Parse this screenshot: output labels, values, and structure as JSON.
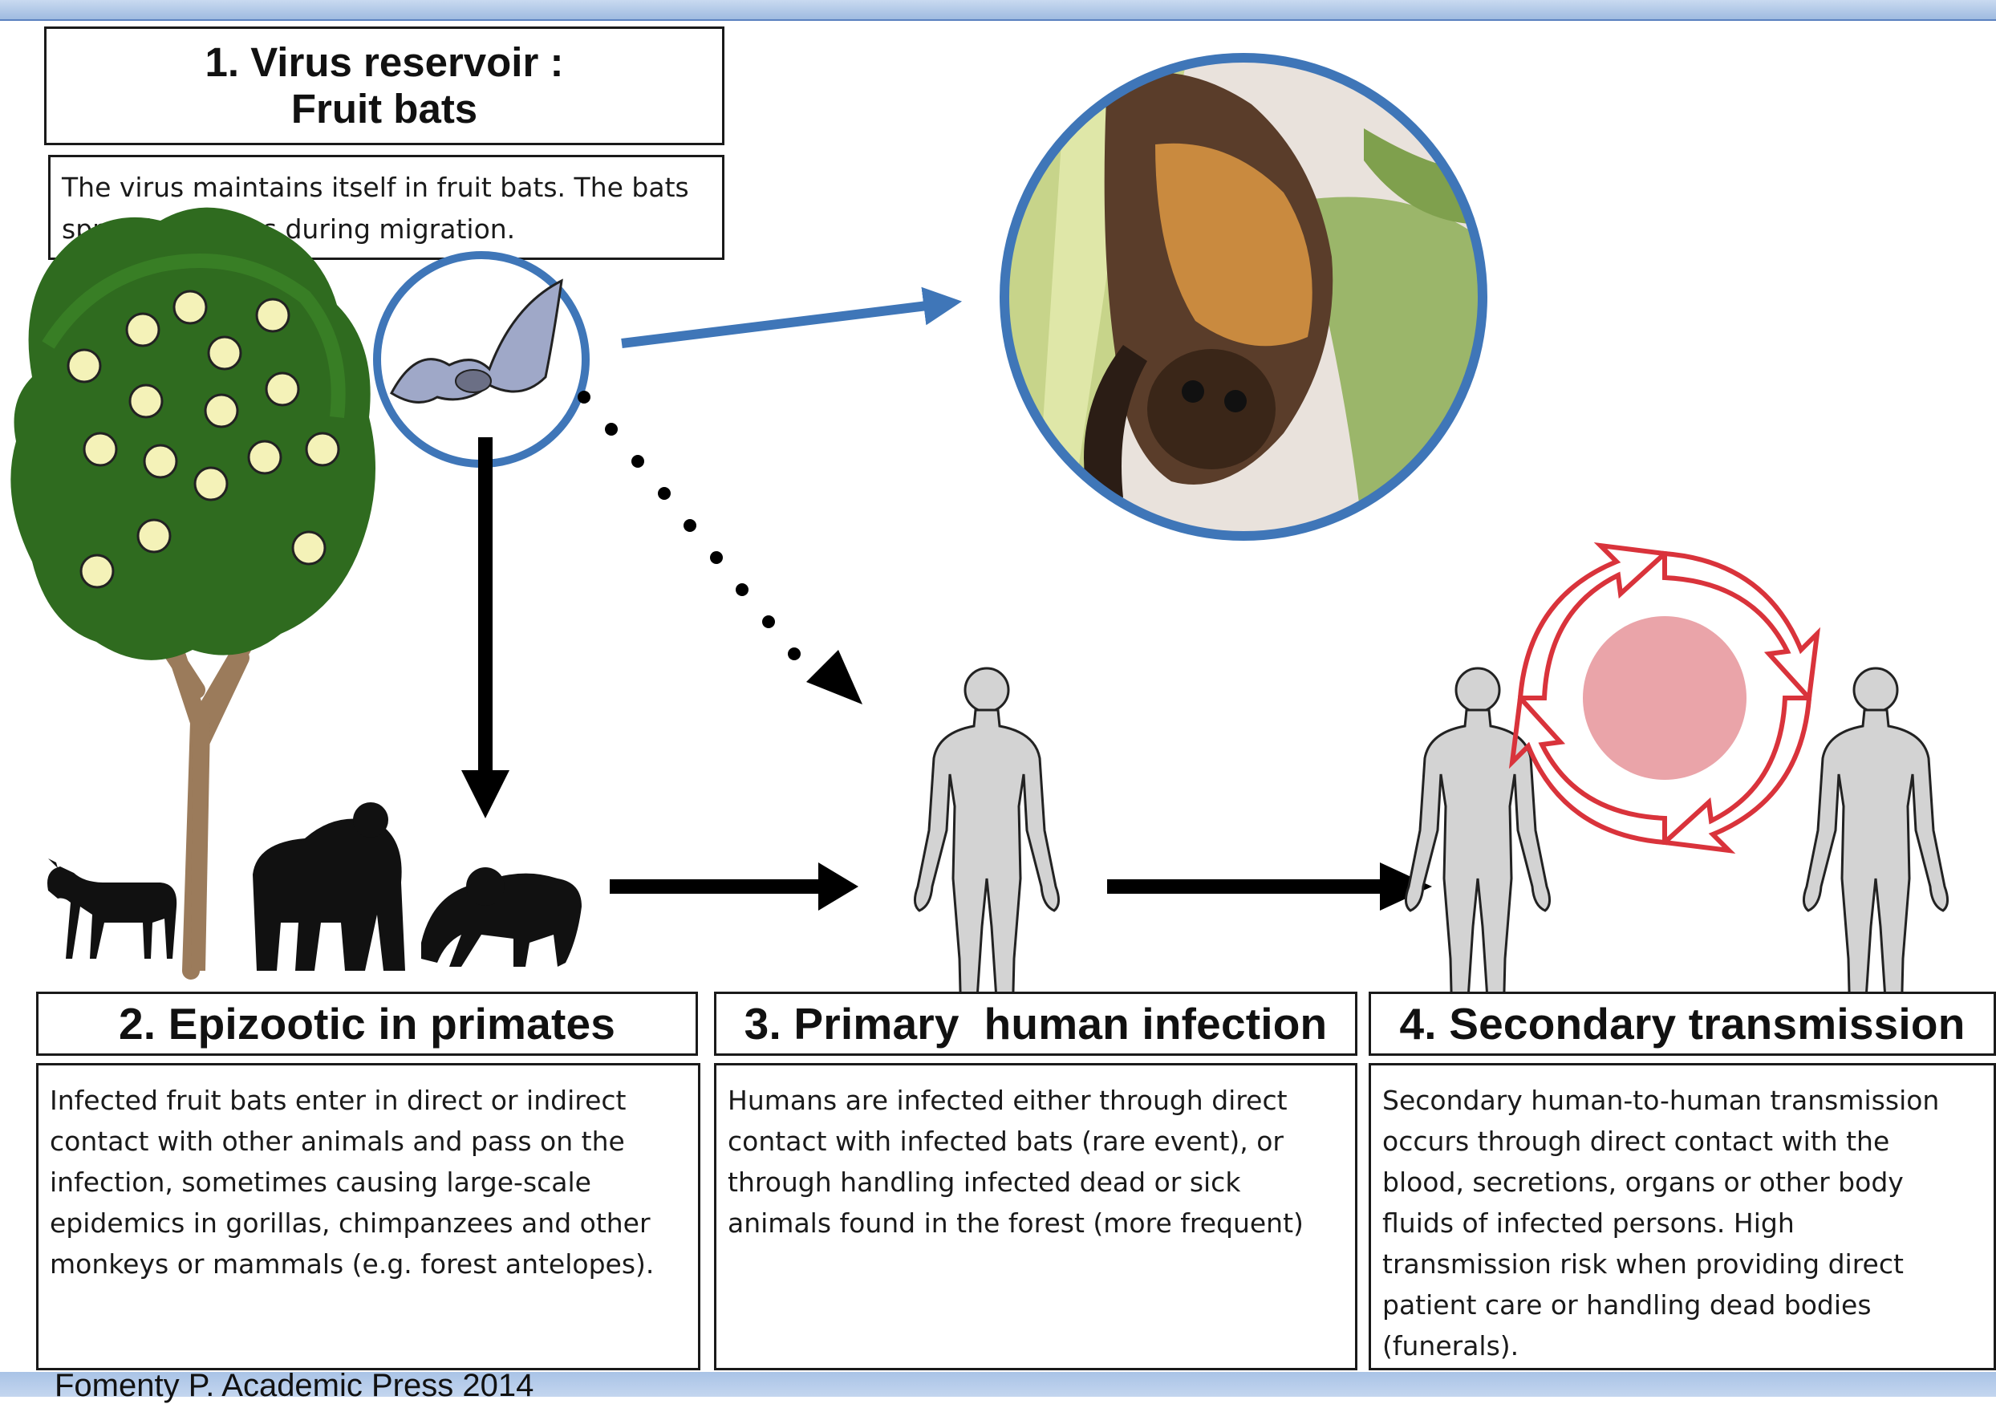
{
  "stage1": {
    "title_line1": "1. Virus reservoir :",
    "title_line2": "Fruit bats",
    "description_line1": "The virus maintains itself in fruit bats. The bats",
    "description_line2": "spread the virus during migration."
  },
  "stage2": {
    "title": "2. Epizootic in primates",
    "description_lines": [
      "Infected fruit bats enter in direct or indirect",
      "contact with other animals and pass on the",
      "infection, sometimes causing large-scale",
      "epidemics in gorillas, chimpanzees and other",
      "monkeys or mammals (e.g. forest antelopes)."
    ]
  },
  "stage3": {
    "title": "3. Primary  human infection",
    "description_lines": [
      "Humans are infected either through direct",
      "contact with infected bats (rare event), or",
      "through handling infected dead or sick",
      "animals found in the forest (more frequent)"
    ]
  },
  "stage4": {
    "title": "4. Secondary transmission",
    "description_lines": [
      "Secondary human-to-human transmission",
      "occurs through direct contact with the",
      "blood, secretions, organs or other body",
      "fluids of infected persons. High",
      "transmission risk when providing direct",
      "patient care or handling dead bodies",
      "(funerals)."
    ]
  },
  "citation": "Fomenty P. Academic Press 2014",
  "colors": {
    "frame_blue": "#3f76b8",
    "tree_green": "#2f6b1f",
    "fruit_yellow": "#f4f2b8",
    "spiral_red": "#d9333b",
    "human_gray": "#d3d3d3",
    "arrow_black": "#000000"
  },
  "icons": [
    "fruit-tree-icon",
    "bat-icon",
    "bat-photo",
    "antelope-icon",
    "gorilla-icon",
    "chimpanzee-icon",
    "human-figure-icon",
    "spiral-transmission-icon"
  ]
}
